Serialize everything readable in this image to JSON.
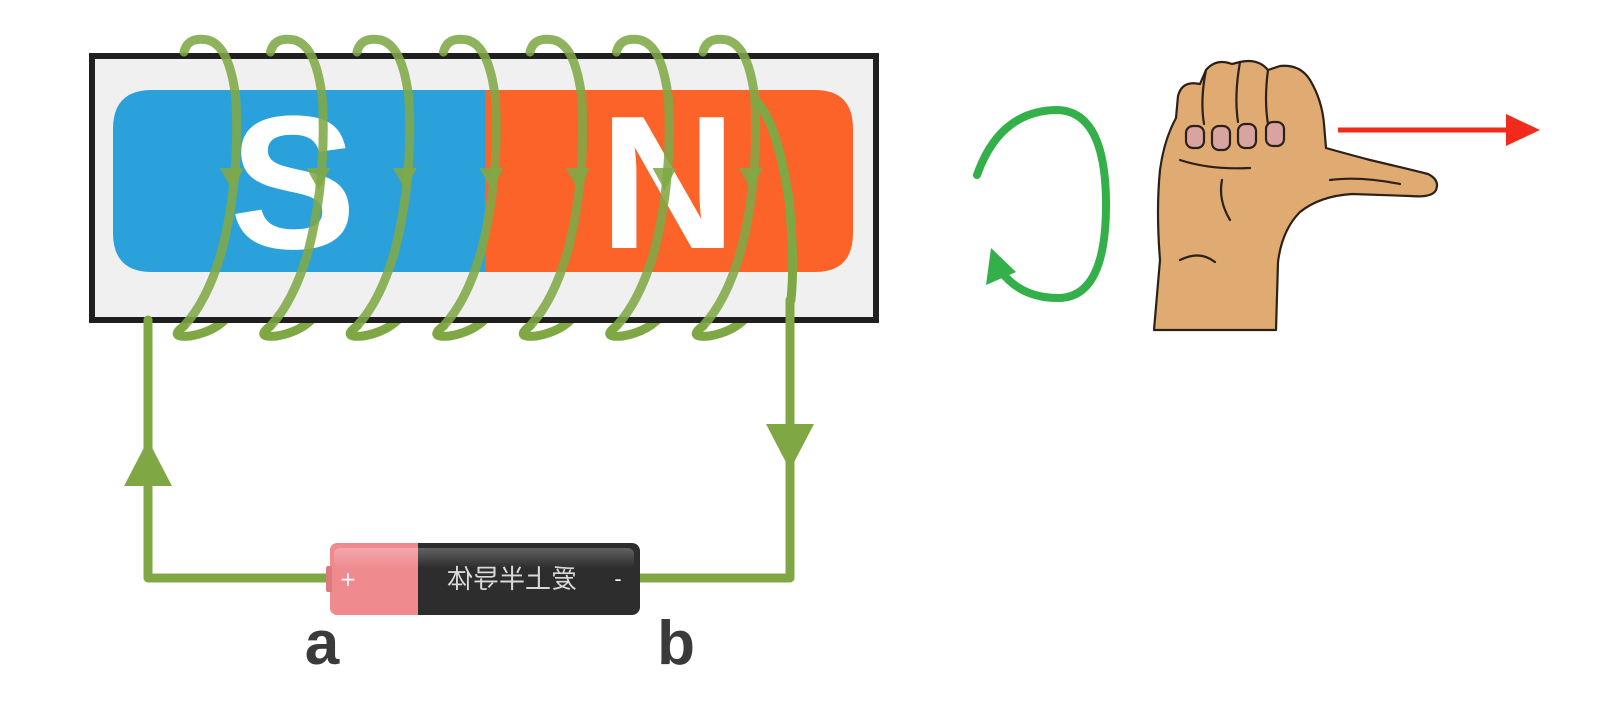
{
  "magnet": {
    "south_label": "S",
    "north_label": "N",
    "south_color": "#2ba1dc",
    "north_color": "#fb6328",
    "frame_color": "#f0f0f0",
    "frame_border": "#1f1f1f"
  },
  "coil": {
    "turns": 7,
    "wire_color": "#7fa845"
  },
  "battery": {
    "label": "爱上半导体",
    "positive_sign": "+",
    "negative_sign": "-",
    "positive_cap_color": "#ef8b8f",
    "body_color": "#2d2d2d"
  },
  "terminals": {
    "left": "a",
    "right": "b"
  },
  "rotation_arrow": {
    "color": "#34b04a",
    "icon": "counterclockwise-arrow-icon"
  },
  "hand": {
    "icon": "right-hand-thumb-rule-icon",
    "skin_color": "#e0ab72",
    "arrow_color": "#f12a1b"
  }
}
